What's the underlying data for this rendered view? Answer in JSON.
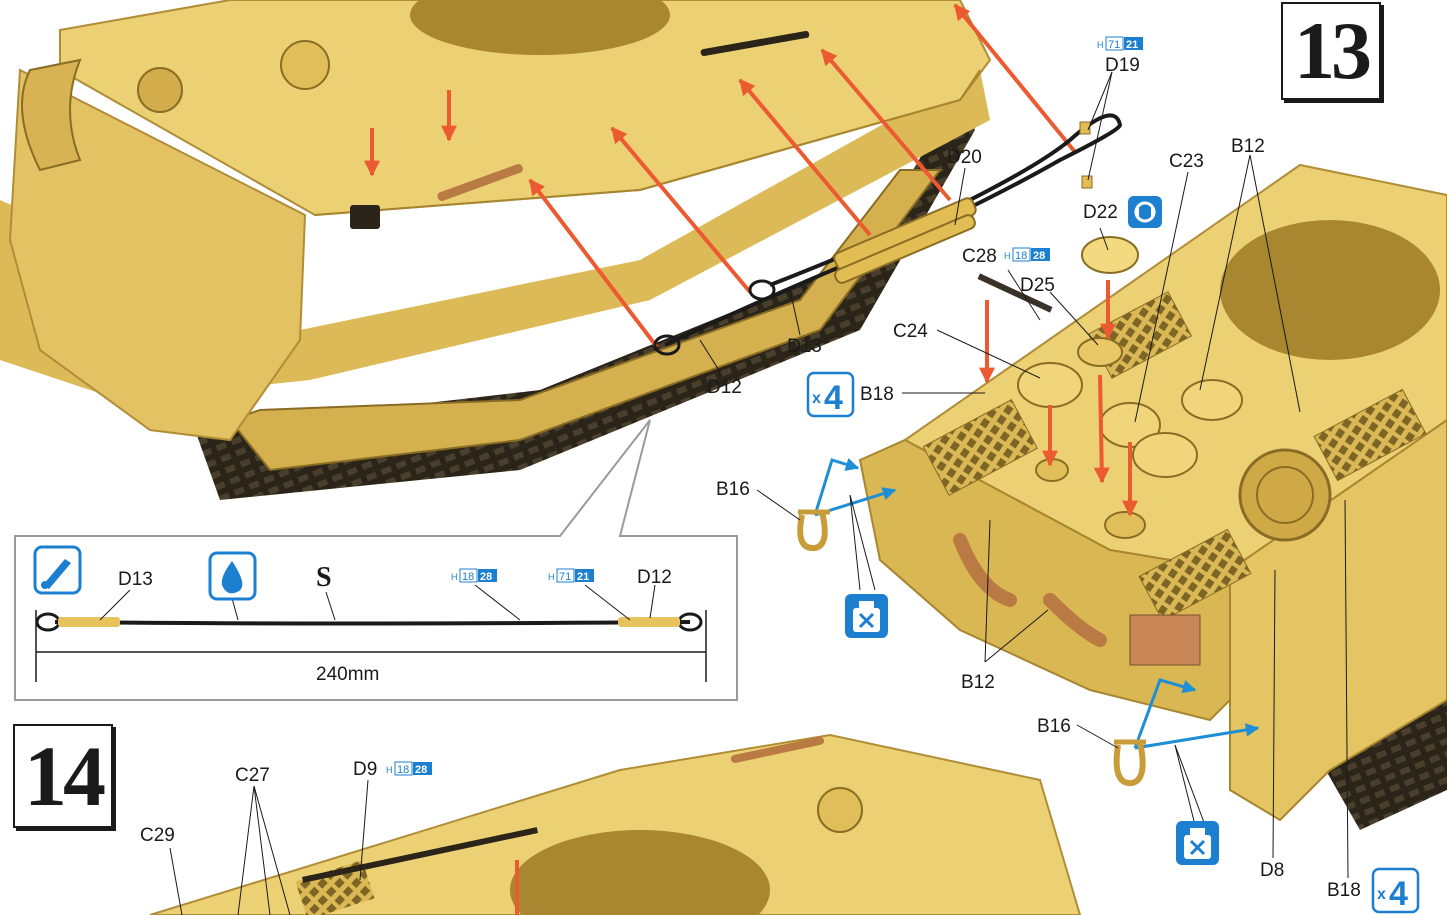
{
  "steps": {
    "step13": "13",
    "step14": "14"
  },
  "paint_codes": {
    "h71_21": {
      "prefix": "H",
      "a": "71",
      "b": "21"
    },
    "h18_28": {
      "prefix": "H",
      "a": "18",
      "b": "28"
    }
  },
  "callouts": {
    "d19": "D19",
    "d20": "D20",
    "d13": "D13",
    "d12": "D12",
    "c23": "C23",
    "b12_top": "B12",
    "d22": "D22",
    "c28": "C28",
    "d25": "D25",
    "c24": "C24",
    "b18": "B18",
    "b16_left": "B16",
    "b12_bottom": "B12",
    "b16_right": "B16",
    "d8": "D8",
    "b18_bottom": "B18",
    "c27": "C27",
    "d9": "D9",
    "c29": "C29"
  },
  "quantity": {
    "x4": "4",
    "x_prefix": "x"
  },
  "cable_detail": {
    "d13": "D13",
    "s": "S",
    "d12": "D12",
    "length": "240mm"
  },
  "colors": {
    "hull": "#e8c867",
    "hull_shadow": "#c9a447",
    "hull_dark": "#a8852f",
    "track": "#2b2418",
    "arrow_red": "#ec5a32",
    "arrow_blue": "#1e8fd6",
    "accent_blue": "#1c7fd0",
    "leader": "#1a1a1a",
    "wood": "#b97a43"
  },
  "icons": [
    "glue-icon",
    "drop-icon",
    "rotate-icon",
    "cut-off-icon"
  ]
}
